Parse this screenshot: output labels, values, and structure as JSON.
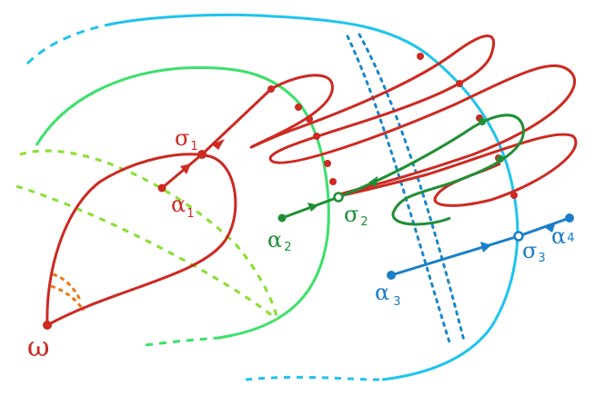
{
  "colors": {
    "red": "#cc2a22",
    "light_green": "#3ce06a",
    "lime_dash": "#88e030",
    "dark_green": "#1f8f34",
    "cyan": "#1ec4ee",
    "blue_dots": "#1a88c8",
    "blue": "#1a7ec8",
    "orange": "#f07818"
  },
  "labels": {
    "omega": {
      "symbol": "ω"
    },
    "sigma1": {
      "symbol": "σ",
      "sub": "1"
    },
    "alpha1": {
      "symbol": "α",
      "sub": "1"
    },
    "alpha2": {
      "symbol": "α",
      "sub": "2"
    },
    "sigma2": {
      "symbol": "σ",
      "sub": "2"
    },
    "alpha3": {
      "symbol": "α",
      "sub": "3"
    },
    "sigma3": {
      "symbol": "σ",
      "sub": "3"
    },
    "alpha4": {
      "symbol": "α",
      "sub": "4"
    }
  }
}
